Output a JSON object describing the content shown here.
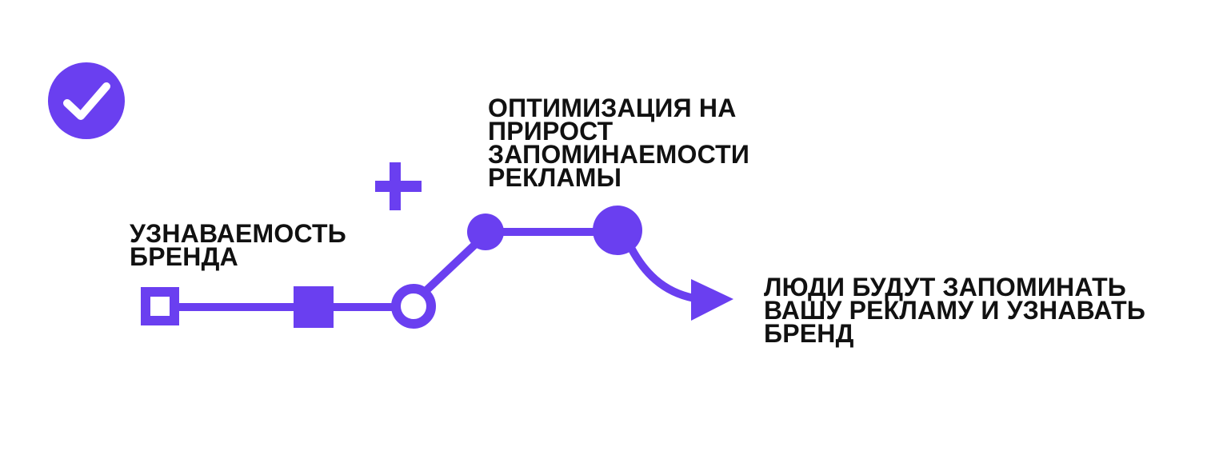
{
  "colors": {
    "accent": "#6a3ff0",
    "text": "#111111",
    "background": "#ffffff"
  },
  "icons": {
    "check": "checkmark-circle",
    "plus": "plus-sign",
    "arrow": "arrow-head"
  },
  "labels": {
    "brand": {
      "line1": "УЗНАВАЕМОСТЬ",
      "line2": "БРЕНДА"
    },
    "optimization": {
      "line1": "ОПТИМИЗАЦИЯ НА",
      "line2": "ПРИРОСТ",
      "line3": "ЗАПОМИНАЕМОСТИ",
      "line4": "РЕКЛАМЫ"
    },
    "result": {
      "line1": "ЛЮДИ БУДУТ ЗАПОМИНАТЬ",
      "line2": "ВАШУ РЕКЛАМУ И УЗНАВАТЬ",
      "line3": "БРЕНД"
    }
  }
}
